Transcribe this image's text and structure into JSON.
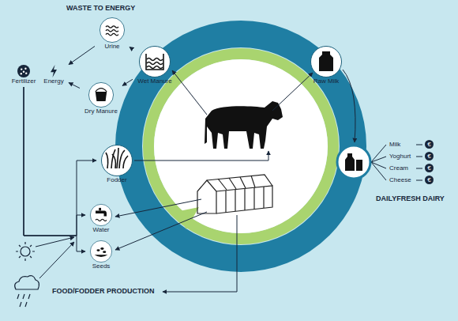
{
  "diagram": {
    "nodes": [
      {
        "text": [
          "Fertilizer"
        ]
      },
      {
        "text": [
          "Energy"
        ]
      },
      {
        "text": [
          "Urine"
        ]
      },
      {
        "text": [
          "Wet Manure"
        ]
      },
      {
        "text": [
          "Dry Manure"
        ]
      },
      {
        "text": [
          "Raw Milk"
        ]
      },
      {
        "text": [
          "Fodder"
        ]
      },
      {
        "text": [
          "Water"
        ]
      },
      {
        "text": [
          "Seeds"
        ]
      }
    ],
    "edges": [
      {
        "from": 3,
        "to": 2,
        "arrow": "to"
      },
      {
        "from": 3,
        "to": 4,
        "arrow": "to"
      },
      {
        "from": 2,
        "to": 1,
        "arrow": "to"
      },
      {
        "from": 4,
        "to": 1,
        "arrow": "to"
      },
      {
        "from": 0,
        "to": 6,
        "arrow": "to"
      },
      {
        "from": 0,
        "to": 7,
        "arrow": "to"
      },
      {
        "from": 0,
        "to": 8,
        "arrow": "to"
      }
    ],
    "labels": [
      "WASTE TO ENERGY",
      "Milk",
      "€",
      "Yoghurt",
      "€",
      "Cream",
      "€",
      "Cheese",
      "€",
      "DAILYFRESH DAIRY",
      "FOOD/FODDER PRODUCTION"
    ]
  }
}
